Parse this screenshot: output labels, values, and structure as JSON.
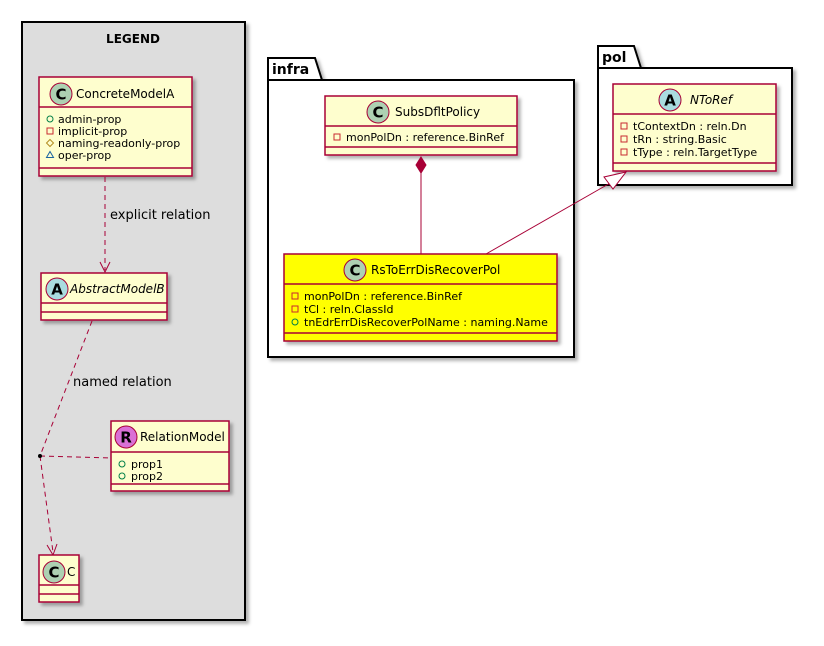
{
  "legend": {
    "title": "LEGEND",
    "concrete": {
      "stereotype": "C",
      "name": "ConcreteModelA",
      "attrs": [
        "admin-prop",
        "implicit-prop",
        "naming-readonly-prop",
        "oper-prop"
      ]
    },
    "abstract": {
      "stereotype": "A",
      "name": "AbstractModelB"
    },
    "relation_model": {
      "stereotype": "R",
      "name": "RelationModel",
      "attrs": [
        "prop1",
        "prop2"
      ]
    },
    "c": {
      "stereotype": "C",
      "name": "C"
    },
    "explicit_label": "explicit relation",
    "named_label": "named relation"
  },
  "infra": {
    "package_name": "infra",
    "subs": {
      "stereotype": "C",
      "name": "SubsDfltPolicy",
      "attrs": [
        "monPolDn : reference.BinRef"
      ]
    },
    "rs": {
      "stereotype": "C",
      "name": "RsToErrDisRecoverPol",
      "attrs": [
        "monPolDn : reference.BinRef",
        "tCl : reln.ClassId",
        "tnEdrErrDisRecoverPolName : naming.Name"
      ]
    }
  },
  "pol": {
    "package_name": "pol",
    "ntoref": {
      "stereotype": "A",
      "name": "NToRef",
      "attrs": [
        "tContextDn : reln.Dn",
        "tRn : string.Basic",
        "tType : reln.TargetType"
      ]
    }
  },
  "colors": {
    "class_bg": "#FEFECE",
    "class_border": "#A80036",
    "highlight_bg": "#FFFF00",
    "legend_bg": "#DDDDDD",
    "circle_c": "#ADD1B2",
    "circle_a": "#A9DCDF",
    "circle_r": "#DA70D6"
  }
}
